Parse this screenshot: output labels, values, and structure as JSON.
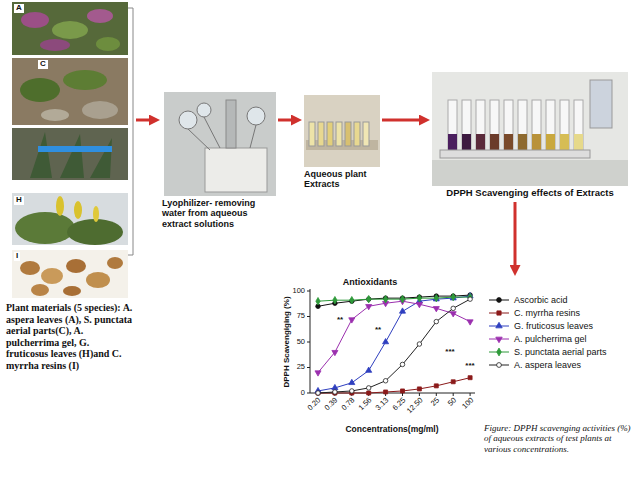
{
  "diagram": {
    "caption": "Figure: DPPH scavenging activities (%) of aqueous extracts of test plants at various concentrations.",
    "nodes": [
      {
        "text": [
          "Plant materials (5 species): A. aspera leaves (A), S. punctata aerial parts(C), A. pulcherrima gel, G. fruticosus leaves (H)and C. myrrha resins (I)"
        ]
      },
      {
        "text": [
          "Lyophilizer- removing water from aqueous extract solutions"
        ]
      },
      {
        "text": [
          "Aqueous plant Extracts"
        ]
      },
      {
        "text": [
          "DPPH Scavenging effects of Extracts"
        ]
      },
      {
        "text": [
          "Antioxidants"
        ]
      }
    ],
    "edges": [
      {
        "from": 0,
        "to": 1,
        "arrow": "to"
      },
      {
        "from": 1,
        "to": 2,
        "arrow": "to"
      },
      {
        "from": 2,
        "to": 3,
        "arrow": "to"
      },
      {
        "from": 3,
        "to": 4,
        "arrow": "to"
      }
    ],
    "labels": [
      "A",
      "C",
      "H",
      "I",
      "100",
      "75",
      "50",
      "25",
      "0",
      "0.20",
      "0.39",
      "0.78",
      "1.56",
      "3.13",
      "6.25",
      "12.50",
      "25",
      "50",
      "100",
      "DPPH Scavengiging (%)",
      "Concentrations(mg/ml)",
      "**",
      "**",
      "***",
      "***"
    ],
    "legend": [
      {
        "text": "Ascorbic acid"
      },
      {
        "text": "C. myrrha resins"
      },
      {
        "text": "G. fruticosus leaves"
      },
      {
        "text": "A. pulcherrima gel"
      },
      {
        "text": "S. punctata aerial parts"
      },
      {
        "text": "A. aspera leaves"
      }
    ]
  }
}
